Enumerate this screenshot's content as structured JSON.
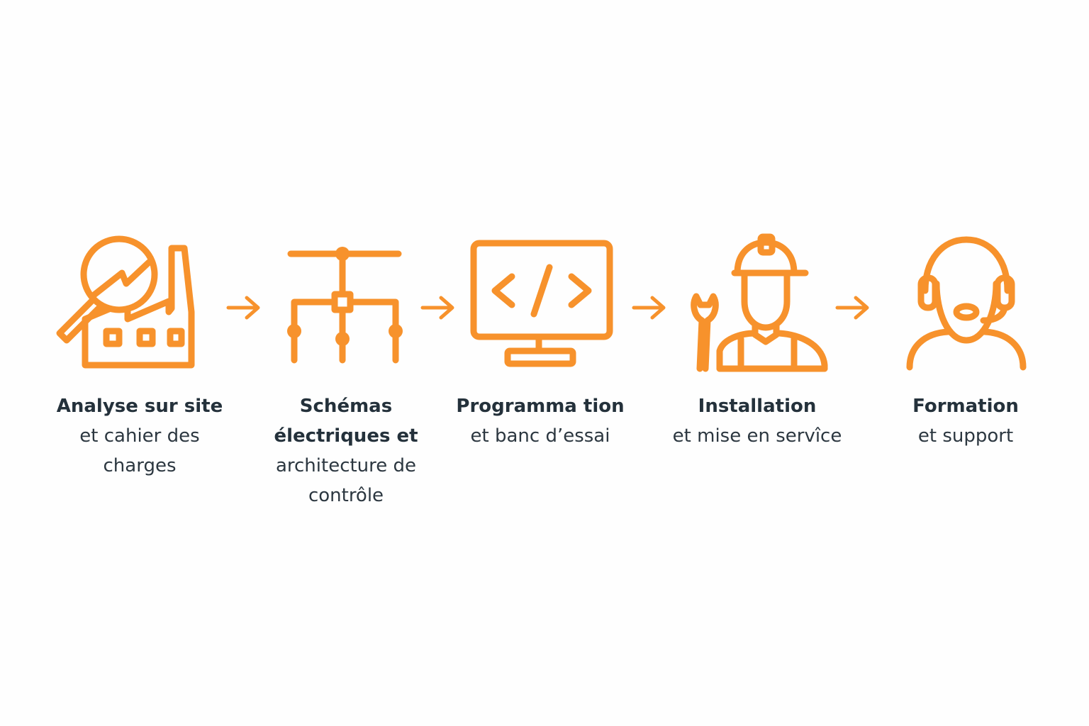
{
  "accent_color": "#f7922c",
  "text_color": "#24313b",
  "steps": [
    {
      "icon": "factory-magnifier-icon",
      "title": "Analyse sur site",
      "subtitle": "et cahier des charges"
    },
    {
      "icon": "electrical-schematic-icon",
      "title": "Schémas électriques et",
      "subtitle": "architecture de contrôle"
    },
    {
      "icon": "code-monitor-icon",
      "title": "Programma tion",
      "subtitle": "et banc d’essai"
    },
    {
      "icon": "technician-wrench-icon",
      "title": "Installation",
      "subtitle": "et mise en servîce"
    },
    {
      "icon": "headset-support-icon",
      "title": "Formation",
      "subtitle": "et support"
    }
  ],
  "connector": "arrow-right-icon"
}
